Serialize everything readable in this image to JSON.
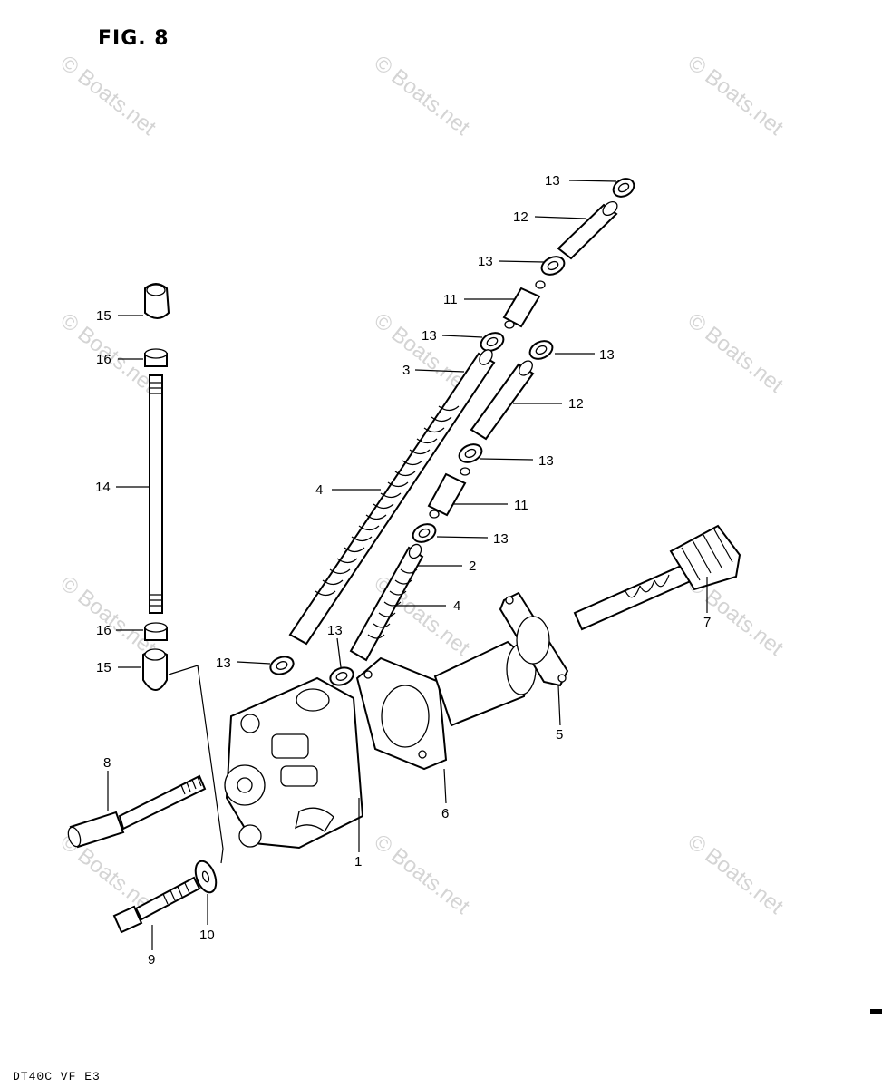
{
  "title": "FIG. 8",
  "footer": "DT40C VF E3",
  "watermark": "© Boats.net",
  "callouts": [
    {
      "id": "c13a",
      "label": "13"
    },
    {
      "id": "c12a",
      "label": "12"
    },
    {
      "id": "c13b",
      "label": "13"
    },
    {
      "id": "c11a",
      "label": "11"
    },
    {
      "id": "c13c",
      "label": "13"
    },
    {
      "id": "c3",
      "label": "3"
    },
    {
      "id": "c13d",
      "label": "13"
    },
    {
      "id": "c12b",
      "label": "12"
    },
    {
      "id": "c13e",
      "label": "13"
    },
    {
      "id": "c4a",
      "label": "4"
    },
    {
      "id": "c11b",
      "label": "11"
    },
    {
      "id": "c13f",
      "label": "13"
    },
    {
      "id": "c2",
      "label": "2"
    },
    {
      "id": "c4b",
      "label": "4"
    },
    {
      "id": "c15a",
      "label": "15"
    },
    {
      "id": "c16a",
      "label": "16"
    },
    {
      "id": "c14",
      "label": "14"
    },
    {
      "id": "c16b",
      "label": "16"
    },
    {
      "id": "c15b",
      "label": "15"
    },
    {
      "id": "c13g",
      "label": "13"
    },
    {
      "id": "c13h",
      "label": "13"
    },
    {
      "id": "c7",
      "label": "7"
    },
    {
      "id": "c5",
      "label": "5"
    },
    {
      "id": "c6",
      "label": "6"
    },
    {
      "id": "c8",
      "label": "8"
    },
    {
      "id": "c1",
      "label": "1"
    },
    {
      "id": "c9",
      "label": "9"
    },
    {
      "id": "c10",
      "label": "10"
    }
  ]
}
